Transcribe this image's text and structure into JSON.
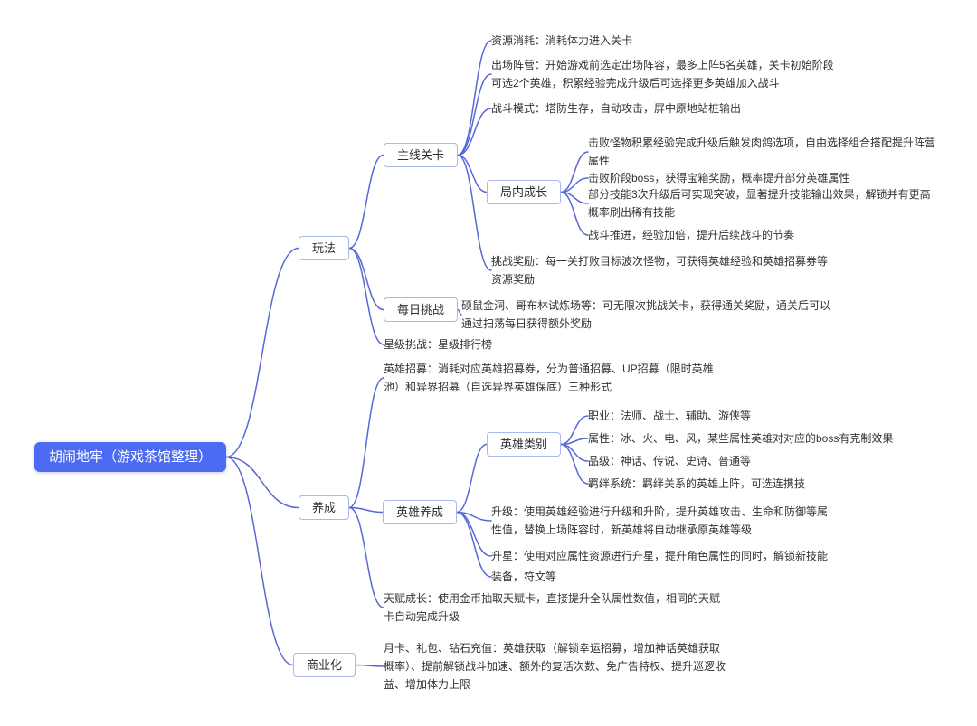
{
  "style": {
    "line_color": "#5868d6",
    "root_fill": "#4d6bf2",
    "box_border": "#aab6ec",
    "text_color": "#333333"
  },
  "mindmap": {
    "root": {
      "label": "胡闹地牢（游戏茶馆整理）"
    },
    "branches": [
      {
        "label": "玩法",
        "children": [
          {
            "label": "主线关卡",
            "children": [
              {
                "label": "资源消耗：消耗体力进入关卡"
              },
              {
                "label": "出场阵营：开始游戏前选定出场阵容，最多上阵5名英雄，关卡初始阶段可选2个英雄，积累经验完成升级后可选择更多英雄加入战斗"
              },
              {
                "label": "战斗模式：塔防生存，自动攻击，屏中原地站桩输出"
              },
              {
                "label": "局内成长",
                "children": [
                  {
                    "label": "击败怪物积累经验完成升级后触发肉鸽选项，自由选择组合搭配提升阵营属性"
                  },
                  {
                    "label": "击败阶段boss，获得宝箱奖励，概率提升部分英雄属性"
                  },
                  {
                    "label": "部分技能3次升级后可实现突破，显著提升技能输出效果，解锁并有更高概率刷出稀有技能"
                  },
                  {
                    "label": "战斗推进，经验加倍，提升后续战斗的节奏"
                  }
                ]
              },
              {
                "label": "挑战奖励：每一关打败目标波次怪物，可获得英雄经验和英雄招募券等资源奖励"
              }
            ]
          },
          {
            "label": "每日挑战",
            "children": [
              {
                "label": "硕鼠金洞、哥布林试炼场等：可无限次挑战关卡，获得通关奖励，通关后可以通过扫荡每日获得额外奖励"
              }
            ]
          },
          {
            "label": "星级挑战：星级排行榜"
          }
        ]
      },
      {
        "label": "养成",
        "children": [
          {
            "label": "英雄招募：消耗对应英雄招募券，分为普通招募、UP招募（限时英雄池）和异界招募（自选异界英雄保底）三种形式"
          },
          {
            "label": "英雄养成",
            "children": [
              {
                "label": "英雄类别",
                "children": [
                  {
                    "label": "职业：法师、战士、辅助、游侠等"
                  },
                  {
                    "label": "属性：冰、火、电、风，某些属性英雄对对应的boss有克制效果"
                  },
                  {
                    "label": "品级：神话、传说、史诗、普通等"
                  },
                  {
                    "label": "羁绊系统：羁绊关系的英雄上阵，可选连携技"
                  }
                ]
              },
              {
                "label": "升级：使用英雄经验进行升级和升阶，提升英雄攻击、生命和防御等属性值，替换上场阵容时，新英雄将自动继承原英雄等级"
              },
              {
                "label": "升星：使用对应属性资源进行升星，提升角色属性的同时，解锁新技能"
              },
              {
                "label": "装备，符文等"
              }
            ]
          },
          {
            "label": "天赋成长：使用金币抽取天赋卡，直接提升全队属性数值，相同的天赋卡自动完成升级"
          }
        ]
      },
      {
        "label": "商业化",
        "children": [
          {
            "label": "月卡、礼包、钻石充值：英雄获取（解锁幸运招募，增加神话英雄获取概率）、提前解锁战斗加速、额外的复活次数、免广告特权、提升巡逻收益、增加体力上限"
          }
        ]
      }
    ]
  }
}
